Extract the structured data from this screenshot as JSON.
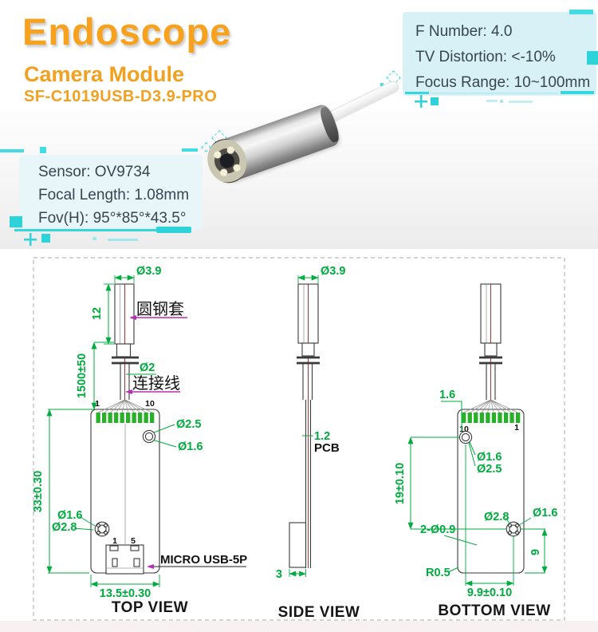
{
  "header": {
    "title": "Endoscope",
    "subtitle": "Camera Module",
    "model": "SF-C1019USB-D3.9-PRO"
  },
  "specs_right": {
    "f_number": "F Number: 4.0",
    "tv_distortion": "TV Distortion: <-10%",
    "focus_range": "Focus Range: 10~100mm"
  },
  "specs_left": {
    "sensor": "Sensor: OV9734",
    "focal_length": "Focal Length: 1.08mm",
    "fov": "Fov(H): 95°*85°*43.5°"
  },
  "drawing": {
    "top_view": {
      "caption": "TOP VIEW",
      "dia_tube": "Ø3.9",
      "tube_length": "12",
      "tube_label_cn": "圆钢套",
      "cable_length": "1500±50",
      "dia_cable": "Ø2",
      "cable_label_cn": "连接线",
      "pin_left": "1",
      "pin_right": "10",
      "hole_top_outer": "Ø2.5",
      "hole_top_inner": "Ø1.6",
      "board_length": "33±0.30",
      "hole_bottom_inner": "Ø1.6",
      "hole_bottom_outer": "Ø2.8",
      "usb_pin_left": "1",
      "usb_pin_right": "5",
      "usb_label": "MICRO USB-5P",
      "board_width": "13.5±0.30"
    },
    "side_view": {
      "caption": "SIDE VIEW",
      "dia_tube": "Ø3.9",
      "pcb_thickness": "1.2",
      "pcb_label": "PCB",
      "usb_thickness": "3"
    },
    "bottom_view": {
      "caption": "BOTTOM VIEW",
      "edge_offset": "1.6",
      "pin_left": "10",
      "pin_right": "1",
      "hole_top_inner": "Ø1.6",
      "hole_top_outer": "Ø2.5",
      "hole_pitch_v": "19±0.10",
      "small_holes": "2-Ø0.9",
      "hole_bottom_outer": "Ø2.8",
      "hole_bottom_inner": "Ø1.6",
      "edge_offset_9": "9",
      "corner_radius": "R0.5",
      "hole_pitch_h": "9.9±0.10"
    }
  },
  "colors": {
    "accent_orange": "#f7a11c",
    "dim_green": "#00ab3f",
    "leader_magenta": "#b92cb9",
    "pad_green": "#29b029",
    "cyan_accent": "#2ed3da",
    "spec_box_bg": "#d8f1f6"
  }
}
